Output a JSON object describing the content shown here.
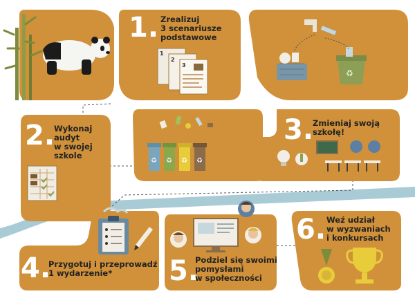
{
  "steps": [
    {
      "number": "1.",
      "text_lines": [
        "Zrealizuj",
        "3 scenariusze",
        "podstawowe"
      ]
    },
    {
      "number": "2.",
      "text_lines": [
        "Wykonaj",
        "audyt",
        "w swojej",
        "szkole"
      ]
    },
    {
      "number": "3.",
      "text_lines": [
        "Zmieniaj swoją",
        "szkołę!"
      ]
    },
    {
      "number": "4.",
      "text_lines": [
        "Przygotuj i przeprowadź",
        "1 wydarzenie*"
      ]
    },
    {
      "number": "5.",
      "text_lines": [
        "Podziel się swoimi",
        "pomysłami",
        "w społeczności"
      ]
    },
    {
      "number": "6.",
      "text_lines": [
        "Weź udział",
        "w wyzwaniach",
        "i konkursach"
      ]
    }
  ],
  "colors": {
    "card": "#d0913a",
    "river": "#a9cbd6",
    "text": "#222222",
    "number": "#ffffff"
  },
  "icons": [
    "panda-icon",
    "bamboo-icon",
    "documents-icon",
    "basket-icon",
    "recycling-bin-icon",
    "tap-icon",
    "bins-icon",
    "audit-sheet-icon",
    "bulb-icon",
    "thermometer-icon",
    "blackboard-icon",
    "desk-icon",
    "clipboard-icon",
    "pencil-icon",
    "monitor-icon",
    "avatar-icon",
    "medal-icon",
    "trophy-icon"
  ]
}
